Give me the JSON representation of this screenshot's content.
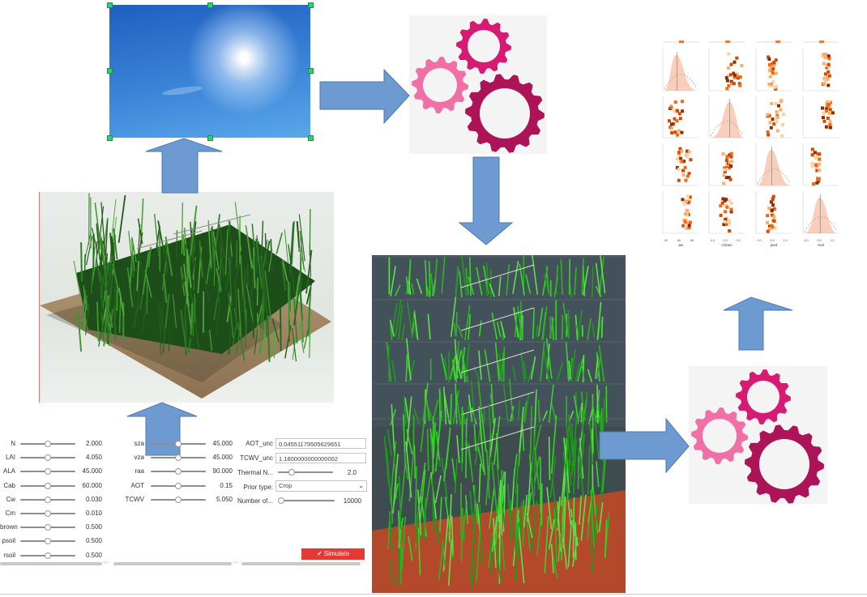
{
  "params_col1": [
    {
      "label": "N",
      "value": "2.000",
      "pos": 0.5
    },
    {
      "label": "LAI",
      "value": "4.050",
      "pos": 0.5
    },
    {
      "label": "ALA",
      "value": "45.000",
      "pos": 0.5
    },
    {
      "label": "Cab",
      "value": "60.000",
      "pos": 0.5
    },
    {
      "label": "Cw",
      "value": "0.030",
      "pos": 0.5
    },
    {
      "label": "Cm",
      "value": "0.010",
      "pos": 0.5
    },
    {
      "label": "brown",
      "value": "0.500",
      "pos": 0.5
    },
    {
      "label": "psoil",
      "value": "0.500",
      "pos": 0.5
    },
    {
      "label": "rsoil",
      "value": "0.500",
      "pos": 0.5
    }
  ],
  "params_col2": [
    {
      "label": "sza",
      "value": "45.000",
      "pos": 0.5
    },
    {
      "label": "vza",
      "value": "45.000",
      "pos": 0.5
    },
    {
      "label": "raa",
      "value": "90.000",
      "pos": 0.5
    },
    {
      "label": "AOT",
      "value": "0.15",
      "pos": 0.5
    },
    {
      "label": "TCWV",
      "value": "5.050",
      "pos": 0.5
    }
  ],
  "params_col3": {
    "aot_unc_label": "AOT_unc",
    "aot_unc_value": "0.04551179505629651",
    "tcwv_unc_label": "TCWV_unc",
    "tcwv_unc_value": "1.1800000000000002",
    "thermal_label": "Thermal N...",
    "thermal_value": "2.0",
    "prior_label": "Prior type:",
    "prior_value": "Crop",
    "number_label": "Number of...",
    "number_value": "10000"
  },
  "simulate_label": "Simulate",
  "matrix_axis_labels": [
    "ala",
    "chlzam",
    "psoil",
    "rsoil"
  ],
  "matrix_tick_labels": [
    [
      "40",
      "60",
      "80"
    ],
    [
      "-0.5",
      "0.0",
      "0.5"
    ],
    [
      "0.0",
      "0.5",
      "1.0"
    ],
    [
      "0.0",
      "0.5",
      "1.0"
    ]
  ],
  "colors": {
    "arrow": "#6d9bd1",
    "arrow_border": "#4a78b0",
    "gear_light": "#f06fa7",
    "gear_mid": "#d81b72",
    "gear_dark": "#ad1457",
    "plot_fill": "#f4a582",
    "plot_dark": "#b2461b",
    "soil": "#b3482b",
    "simulate_button": "#e53935"
  }
}
